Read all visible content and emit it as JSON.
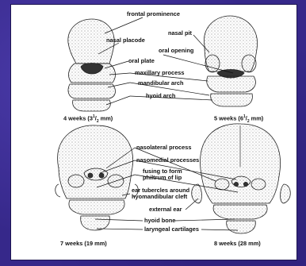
{
  "captions": {
    "c1": "4 weeks (3",
    "c1_sup": "1",
    "c1_rest": "/",
    "c1_sub": "2",
    "c1_tail": " mm)",
    "c2": "5 weeks (6",
    "c2_sup": "1",
    "c2_rest": "/",
    "c2_sub": "2",
    "c2_tail": " mm)",
    "c3": "7 weeks (19 mm)",
    "c4": "8 weeks (28 mm)"
  },
  "labels": {
    "frontal_prominence": "frontal prominence",
    "nasal_pit": "nasal pit",
    "nasal_placode": "nasal placode",
    "oral_opening": "oral opening",
    "oral_plate": "oral plate",
    "maxillary_process": "maxillary process",
    "mandibular_arch": "mandibular arch",
    "hyoid_arch": "hyoid arch",
    "nasolateral_process": "nasolateral process",
    "nasomedial_processes": "nasomedial processes",
    "fusing1": "fusing to form",
    "fusing2": "philtrum of lip",
    "ear1": "ear tubercles around",
    "ear2": "hyomandibular cleft",
    "external_ear": "external ear",
    "hyoid_bone": "hyoid bone",
    "laryngeal": "laryngeal cartilages"
  },
  "colors": {
    "background": "#36288a",
    "panel": "#ffffff",
    "ink": "#111111"
  }
}
